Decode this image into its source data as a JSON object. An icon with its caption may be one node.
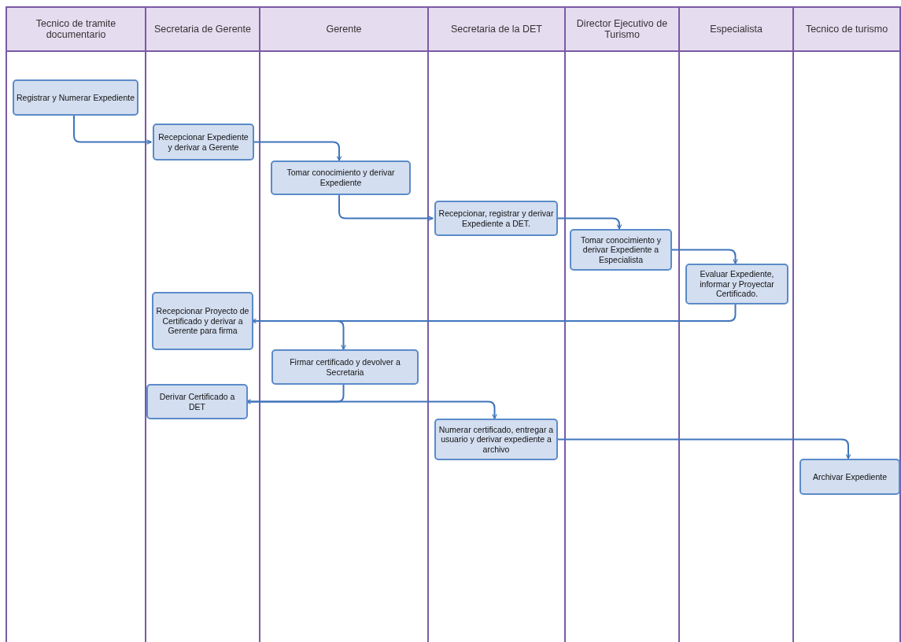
{
  "diagram": {
    "nodes": [
      {
        "text": [
          "Tecnico de tramite documentario"
        ]
      },
      {
        "text": [
          "Secretaria de Gerente"
        ]
      },
      {
        "text": [
          "Gerente"
        ]
      },
      {
        "text": [
          "Secretaria de la DET"
        ]
      },
      {
        "text": [
          "Director Ejecutivo de Turismo"
        ]
      },
      {
        "text": [
          "Especialista"
        ]
      },
      {
        "text": [
          "Tecnico de turismo"
        ]
      },
      {
        "text": [
          "Registrar y Numerar Expediente"
        ],
        "in": 0
      },
      {
        "text": [
          "Recepcionar Expediente y derivar a Gerente"
        ],
        "in": 1
      },
      {
        "text": [
          "Tomar conocimiento y derivar Expediente"
        ],
        "in": 2
      },
      {
        "text": [
          "Recepcionar, registrar y derivar Expediente a DET."
        ],
        "in": 3
      },
      {
        "text": [
          "Tomar conocimiento y derivar Expediente a Especialista"
        ],
        "in": 4
      },
      {
        "text": [
          "Evaluar Expediente, informar y Proyectar Certificado."
        ],
        "in": 5
      },
      {
        "text": [
          "Recepcionar Proyecto de Certificado y derivar a Gerente para firma"
        ],
        "in": 1
      },
      {
        "text": [
          "Firmar certificado y devolver a Secretaria"
        ],
        "in": 2
      },
      {
        "text": [
          "Derivar Certificado a DET"
        ],
        "in": 1
      },
      {
        "text": [
          "Numerar certificado, entregar a usuario y derivar expediente a archivo"
        ],
        "in": 3
      },
      {
        "text": [
          "Archivar Expediente"
        ],
        "in": 6
      }
    ],
    "edges": [
      {
        "from": 7,
        "to": 8,
        "arrow": "to"
      },
      {
        "from": 8,
        "to": 9,
        "arrow": "to"
      },
      {
        "from": 9,
        "to": 10,
        "arrow": "to"
      },
      {
        "from": 10,
        "to": 11,
        "arrow": "to"
      },
      {
        "from": 11,
        "to": 12,
        "arrow": "to"
      },
      {
        "from": 12,
        "to": 13,
        "arrow": "to"
      },
      {
        "from": 13,
        "to": 14,
        "arrow": "to"
      },
      {
        "from": 14,
        "to": 15,
        "arrow": "to"
      },
      {
        "from": 15,
        "to": 16,
        "arrow": "to"
      },
      {
        "from": 16,
        "to": 17,
        "arrow": "to"
      }
    ]
  }
}
